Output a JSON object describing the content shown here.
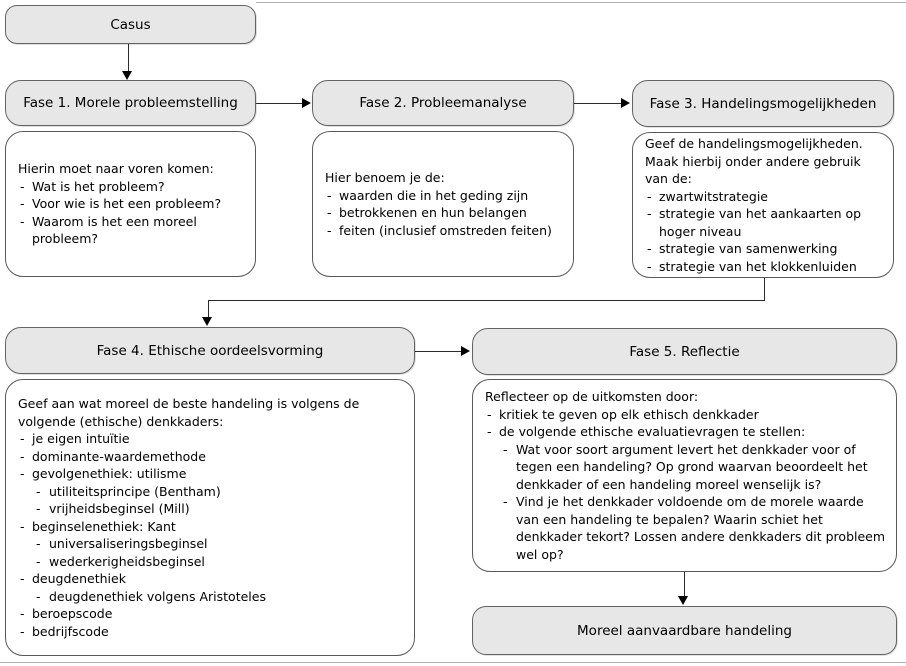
{
  "colors": {
    "phase_fill": "#e7e7e7",
    "phase_border": "#646464",
    "detail_fill": "#ffffff",
    "detail_border": "#595959",
    "arrow": "#000000"
  },
  "casus": {
    "label": "Casus"
  },
  "fase1": {
    "title": "Fase 1. Morele probleemstelling",
    "intro": "Hierin moet naar voren komen:",
    "bullets": [
      "Wat is het probleem?",
      "Voor wie is het een probleem?",
      "Waarom is het een moreel probleem?"
    ]
  },
  "fase2": {
    "title": "Fase 2. Probleemanalyse",
    "intro": "Hier benoem je de:",
    "bullets": [
      "waarden die in het geding zijn",
      "betrokkenen en hun belangen",
      "feiten (inclusief omstreden feiten)"
    ]
  },
  "fase3": {
    "title": "Fase 3. Handelingsmogelijkheden",
    "intro": "Geef de handelingsmogelijkheden. Maak hierbij onder andere gebruik van de:",
    "bullets": [
      "zwartwitstrategie",
      "strategie van het aankaarten op hoger niveau",
      "strategie van samenwerking",
      "strategie van het klokkenluiden"
    ]
  },
  "fase4": {
    "title": "Fase 4. Ethische oordeelsvorming",
    "intro": "Geef aan wat moreel de beste handeling is volgens de volgende (ethische) denkkaders:",
    "bullets": [
      {
        "text": "je eigen intuïtie",
        "sub": []
      },
      {
        "text": "dominante-waardemethode",
        "sub": []
      },
      {
        "text": "gevolgenethiek: utilisme",
        "sub": [
          "utiliteitsprincipe (Bentham)",
          "vrijheidsbeginsel (Mill)"
        ]
      },
      {
        "text": "beginselenethiek: Kant",
        "sub": [
          "universaliseringsbeginsel",
          "wederkerigheidsbeginsel"
        ]
      },
      {
        "text": "deugdenethiek",
        "sub": [
          "deugdenethiek volgens Aristoteles"
        ]
      },
      {
        "text": "beroepscode",
        "sub": []
      },
      {
        "text": "bedrijfscode",
        "sub": []
      }
    ]
  },
  "fase5": {
    "title": "Fase 5. Reflectie",
    "intro": "Reflecteer op de uitkomsten door:",
    "bullets": [
      {
        "text": "kritiek te geven op elk ethisch denkkader",
        "sub": []
      },
      {
        "text": "de volgende ethische evaluatievragen te stellen:",
        "sub": [
          "Wat voor soort argument levert het denkkader voor of tegen een handeling? Op grond waarvan beoordeelt het denkkader of een handeling moreel wenselijk is?",
          "Vind je het denkkader voldoende om de morele waarde van een handeling te bepalen? Waarin schiet het denkkader tekort? Lossen andere denkkaders dit probleem wel op?"
        ]
      }
    ]
  },
  "outcome": {
    "label": "Moreel aanvaardbare handeling"
  }
}
